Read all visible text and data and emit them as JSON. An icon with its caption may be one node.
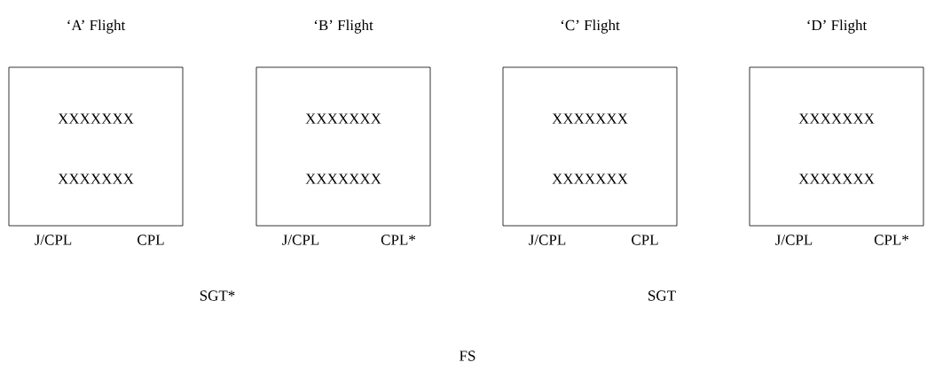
{
  "diagram": {
    "nodes": [
      {
        "text": [
          "‘A’ Flight",
          "XXXXXXX",
          "XXXXXXX"
        ],
        "beside": [
          "J/CPL",
          "CPL"
        ]
      },
      {
        "text": [
          "‘B’ Flight",
          "XXXXXXX",
          "XXXXXXX"
        ],
        "beside": [
          "J/CPL",
          "CPL*"
        ]
      },
      {
        "text": [
          "‘C’ Flight",
          "XXXXXXX",
          "XXXXXXX"
        ],
        "beside": [
          "J/CPL",
          "CPL"
        ]
      },
      {
        "text": [
          "‘D’ Flight",
          "XXXXXXX",
          "XXXXXXX"
        ],
        "beside": [
          "J/CPL",
          "CPL*"
        ]
      }
    ],
    "labels": [
      "SGT*",
      "SGT",
      "FS"
    ]
  }
}
